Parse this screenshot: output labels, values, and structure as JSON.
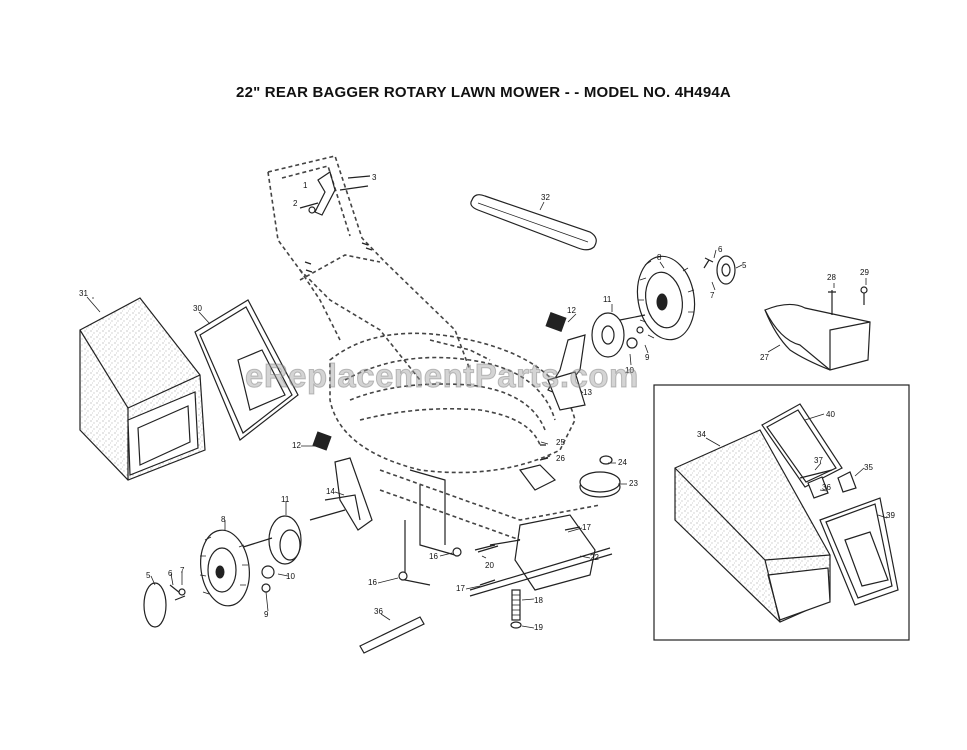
{
  "title": "22\" REAR BAGGER ROTARY LAWN MOWER - - MODEL NO. 4H494A",
  "watermark": "eReplacementParts.com",
  "callouts": [
    {
      "id": "c1",
      "label": "1"
    },
    {
      "id": "c2",
      "label": "2"
    },
    {
      "id": "c3",
      "label": "3"
    },
    {
      "id": "c32",
      "label": "32"
    },
    {
      "id": "c8a",
      "label": "8"
    },
    {
      "id": "c6a",
      "label": "6"
    },
    {
      "id": "c5a",
      "label": "5"
    },
    {
      "id": "c7a",
      "label": "7"
    },
    {
      "id": "c28",
      "label": "28"
    },
    {
      "id": "c29",
      "label": "29"
    },
    {
      "id": "c31",
      "label": "31"
    },
    {
      "id": "c30",
      "label": "30"
    },
    {
      "id": "c12a",
      "label": "12"
    },
    {
      "id": "c11a",
      "label": "11"
    },
    {
      "id": "c10a",
      "label": "10"
    },
    {
      "id": "c9a",
      "label": "9"
    },
    {
      "id": "c13",
      "label": "13"
    },
    {
      "id": "c27",
      "label": "27"
    },
    {
      "id": "c40",
      "label": "40"
    },
    {
      "id": "c34",
      "label": "34"
    },
    {
      "id": "c37",
      "label": "37"
    },
    {
      "id": "c35",
      "label": "35"
    },
    {
      "id": "c36b",
      "label": "36"
    },
    {
      "id": "c39",
      "label": "39"
    },
    {
      "id": "c25",
      "label": "25"
    },
    {
      "id": "c26",
      "label": "26"
    },
    {
      "id": "c24",
      "label": "24"
    },
    {
      "id": "c23",
      "label": "23"
    },
    {
      "id": "c12b",
      "label": "12"
    },
    {
      "id": "c14",
      "label": "14"
    },
    {
      "id": "c11b",
      "label": "11"
    },
    {
      "id": "c8b",
      "label": "8"
    },
    {
      "id": "c5b",
      "label": "5"
    },
    {
      "id": "c6b",
      "label": "6"
    },
    {
      "id": "c7b",
      "label": "7"
    },
    {
      "id": "c10b",
      "label": "10"
    },
    {
      "id": "c9b",
      "label": "9"
    },
    {
      "id": "c16a",
      "label": "16"
    },
    {
      "id": "c16b",
      "label": "16"
    },
    {
      "id": "c20",
      "label": "20"
    },
    {
      "id": "c17a",
      "label": "17"
    },
    {
      "id": "c17b",
      "label": "17"
    },
    {
      "id": "c22",
      "label": "22"
    },
    {
      "id": "c18",
      "label": "18"
    },
    {
      "id": "c19",
      "label": "19"
    },
    {
      "id": "c36a",
      "label": "36"
    }
  ]
}
